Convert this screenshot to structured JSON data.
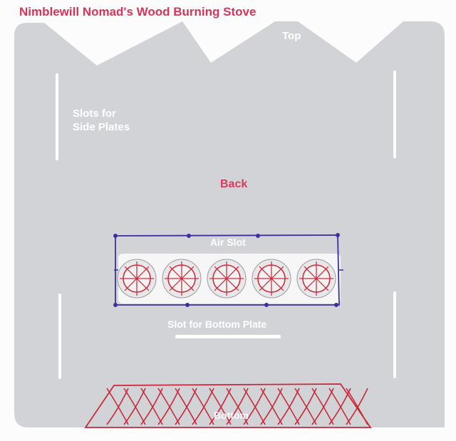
{
  "title": "Nimblewill Nomad's Wood Burning Stove",
  "labels": {
    "top": "Top",
    "slots_side": "Slots for\nSide Plates",
    "back": "Back",
    "air_slot": "Air Slot",
    "slot_bottom": "Slot for Bottom Plate",
    "bottom": "Bottom"
  },
  "colors": {
    "plate": "#d2d3d7",
    "title": "#d8345a",
    "back_label": "#d83a5c",
    "ink_blue": "#3a2fa0",
    "ink_red": "#d0303a",
    "slot_white": "#ffffff"
  },
  "air_holes": {
    "count": 5
  }
}
